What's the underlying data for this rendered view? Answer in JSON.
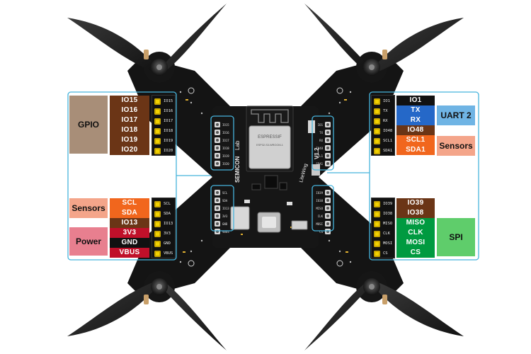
{
  "left_top": {
    "group": "GPIO",
    "pins": [
      "IO15",
      "IO16",
      "IO17",
      "IO18",
      "IO19",
      "IO20"
    ],
    "header": [
      "IO15",
      "IO16",
      "IO17",
      "IO18",
      "IO19",
      "IO20"
    ]
  },
  "left_bottom": {
    "sensors": "Sensors",
    "power": "Power",
    "pins": [
      "SCL",
      "SDA",
      "IO13",
      "3V3",
      "GND",
      "VBUS"
    ],
    "header": [
      "SCL",
      "SDA",
      "IO13",
      "3V3",
      "GND",
      "VBUS"
    ]
  },
  "right_top": {
    "uart": "UART 2",
    "sensors": "Sensors",
    "pins": [
      "IO1",
      "TX",
      "RX",
      "IO48",
      "SCL1",
      "SDA1"
    ],
    "header": [
      "IO1",
      "TX",
      "RX",
      "IO48",
      "SCL1",
      "SDA1"
    ]
  },
  "right_bottom": {
    "spi": "SPI",
    "pins": [
      "IO39",
      "IO38",
      "MISO",
      "CLK",
      "MOSI",
      "CS"
    ],
    "header": [
      "IO39",
      "IO38",
      "MISO",
      "CLK",
      "MOSI",
      "CS"
    ]
  },
  "board": {
    "module_brand": "ESPRESSIF",
    "module_model": "ESP32-S3-WROOM-1",
    "maker": "SEMICON",
    "maker_suffix": "Lab",
    "product": "LiteWing",
    "version": "V1.2",
    "left_header_top": [
      "IO15",
      "IO16",
      "IO17",
      "IO18",
      "IO19",
      "IO20"
    ],
    "left_header_bottom": [
      "SCL",
      "SDA",
      "IO13",
      "3V3",
      "GND",
      "VBUS"
    ],
    "right_header_top": [
      "IO1",
      "TX",
      "RX",
      "IO48",
      "SCL1",
      "SDA1"
    ],
    "right_header_bottom": [
      "IO39",
      "IO38",
      "MISO",
      "CLK",
      "MOSI",
      "CS"
    ]
  },
  "colors": {
    "gpio_brown": "#6b3516",
    "gpio_group": "#a88e78",
    "orange": "#f1661d",
    "salmon": "#f4a58a",
    "red": "#c0102a",
    "pink": "#e87f8f",
    "black": "#111111",
    "blue": "#2568c8",
    "light_blue": "#6fb4e4",
    "green": "#009a40",
    "light_green": "#5fcd6b",
    "frame": "#46b4dc",
    "pin_yellow": "#f2d200"
  }
}
